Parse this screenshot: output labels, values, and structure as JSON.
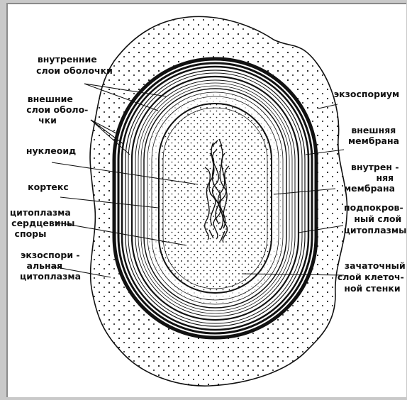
{
  "labels": {
    "inner_layers": [
      "внутренние",
      "слои оболочки"
    ],
    "outer_layers": [
      "внешние",
      "слои оболо-",
      "чки"
    ],
    "nucleoid": "нуклеоид",
    "cortex": "кортекс",
    "core_cytoplasm": [
      "цитоплазма",
      "сердцевины",
      "споры"
    ],
    "exosporial_cytoplasm": [
      "экзоспори -",
      "альная",
      "цитоплазма"
    ],
    "exosporium": "экзоспориум",
    "outer_membrane": [
      "внешняя",
      "мембрана"
    ],
    "inner_membrane": [
      "внутрен -",
      "няя",
      "мембрана"
    ],
    "subcoat_cytoplasm": [
      "подпокров-",
      "ный слой",
      "цитоплазмы"
    ],
    "germ_cell_wall": [
      "зачаточный",
      "слой клеточ-",
      "ной стенки"
    ]
  }
}
